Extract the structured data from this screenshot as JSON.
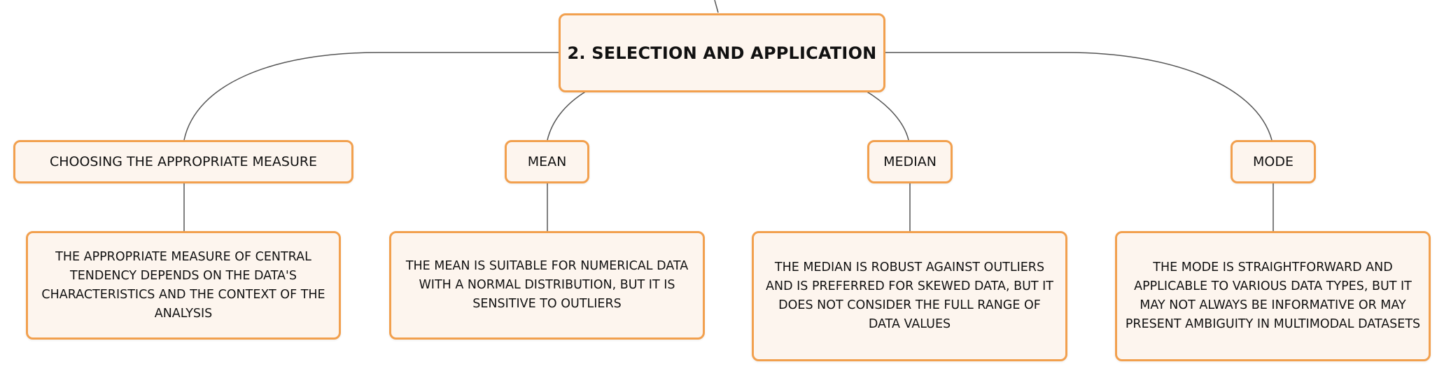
{
  "root": {
    "label": "2. SELECTION AND APPLICATION"
  },
  "branches": [
    {
      "label": "CHOOSING THE APPROPRIATE MEASURE",
      "detail": "THE APPROPRIATE MEASURE OF CENTRAL TENDENCY DEPENDS ON THE DATA'S CHARACTERISTICS AND THE CONTEXT OF THE ANALYSIS"
    },
    {
      "label": "MEAN",
      "detail": "THE MEAN IS SUITABLE FOR NUMERICAL DATA WITH A NORMAL DISTRIBUTION, BUT IT IS SENSITIVE TO OUTLIERS"
    },
    {
      "label": "MEDIAN",
      "detail": "THE MEDIAN IS ROBUST AGAINST OUTLIERS AND IS PREFERRED FOR SKEWED DATA, BUT IT DOES NOT CONSIDER THE FULL RANGE OF DATA VALUES"
    },
    {
      "label": "MODE",
      "detail": "THE MODE IS STRAIGHTFORWARD AND APPLICABLE TO VARIOUS DATA TYPES, BUT IT MAY NOT ALWAYS BE INFORMATIVE OR MAY PRESENT AMBIGUITY IN MULTIMODAL DATASETS"
    }
  ],
  "colors": {
    "node_fill": "#fdf5ee",
    "node_border": "#f2a04e",
    "connector": "#555555",
    "text": "#111111"
  }
}
